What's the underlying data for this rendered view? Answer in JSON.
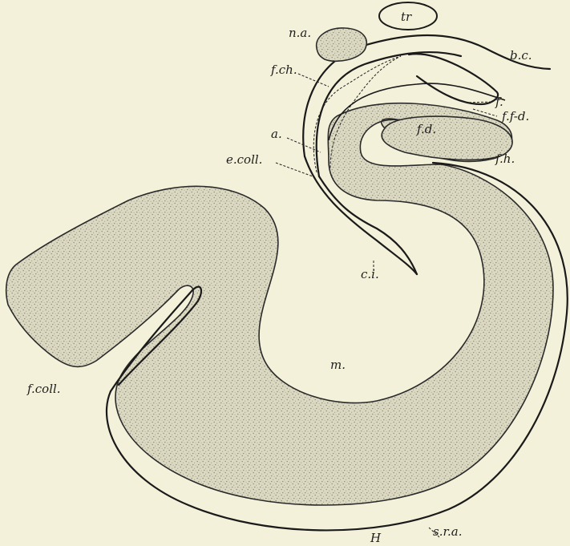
{
  "labels": {
    "tr": "tr",
    "bc": "b.c.",
    "na": "n.a.",
    "fch": "f.ch.",
    "f": "f.",
    "ffd": "f.f-d.",
    "a": "a.",
    "fd": "f.d.",
    "ecoll": "e.coll.",
    "fh": "f.h.",
    "ci": "c.i.",
    "m": "m.",
    "fcoll": "f.coll.",
    "sra": "s.r.a.",
    "H": "H"
  },
  "colors": {
    "paper": "#f4f1da",
    "ink": "#1a1a1a",
    "tissue": "#d9d6bf"
  }
}
